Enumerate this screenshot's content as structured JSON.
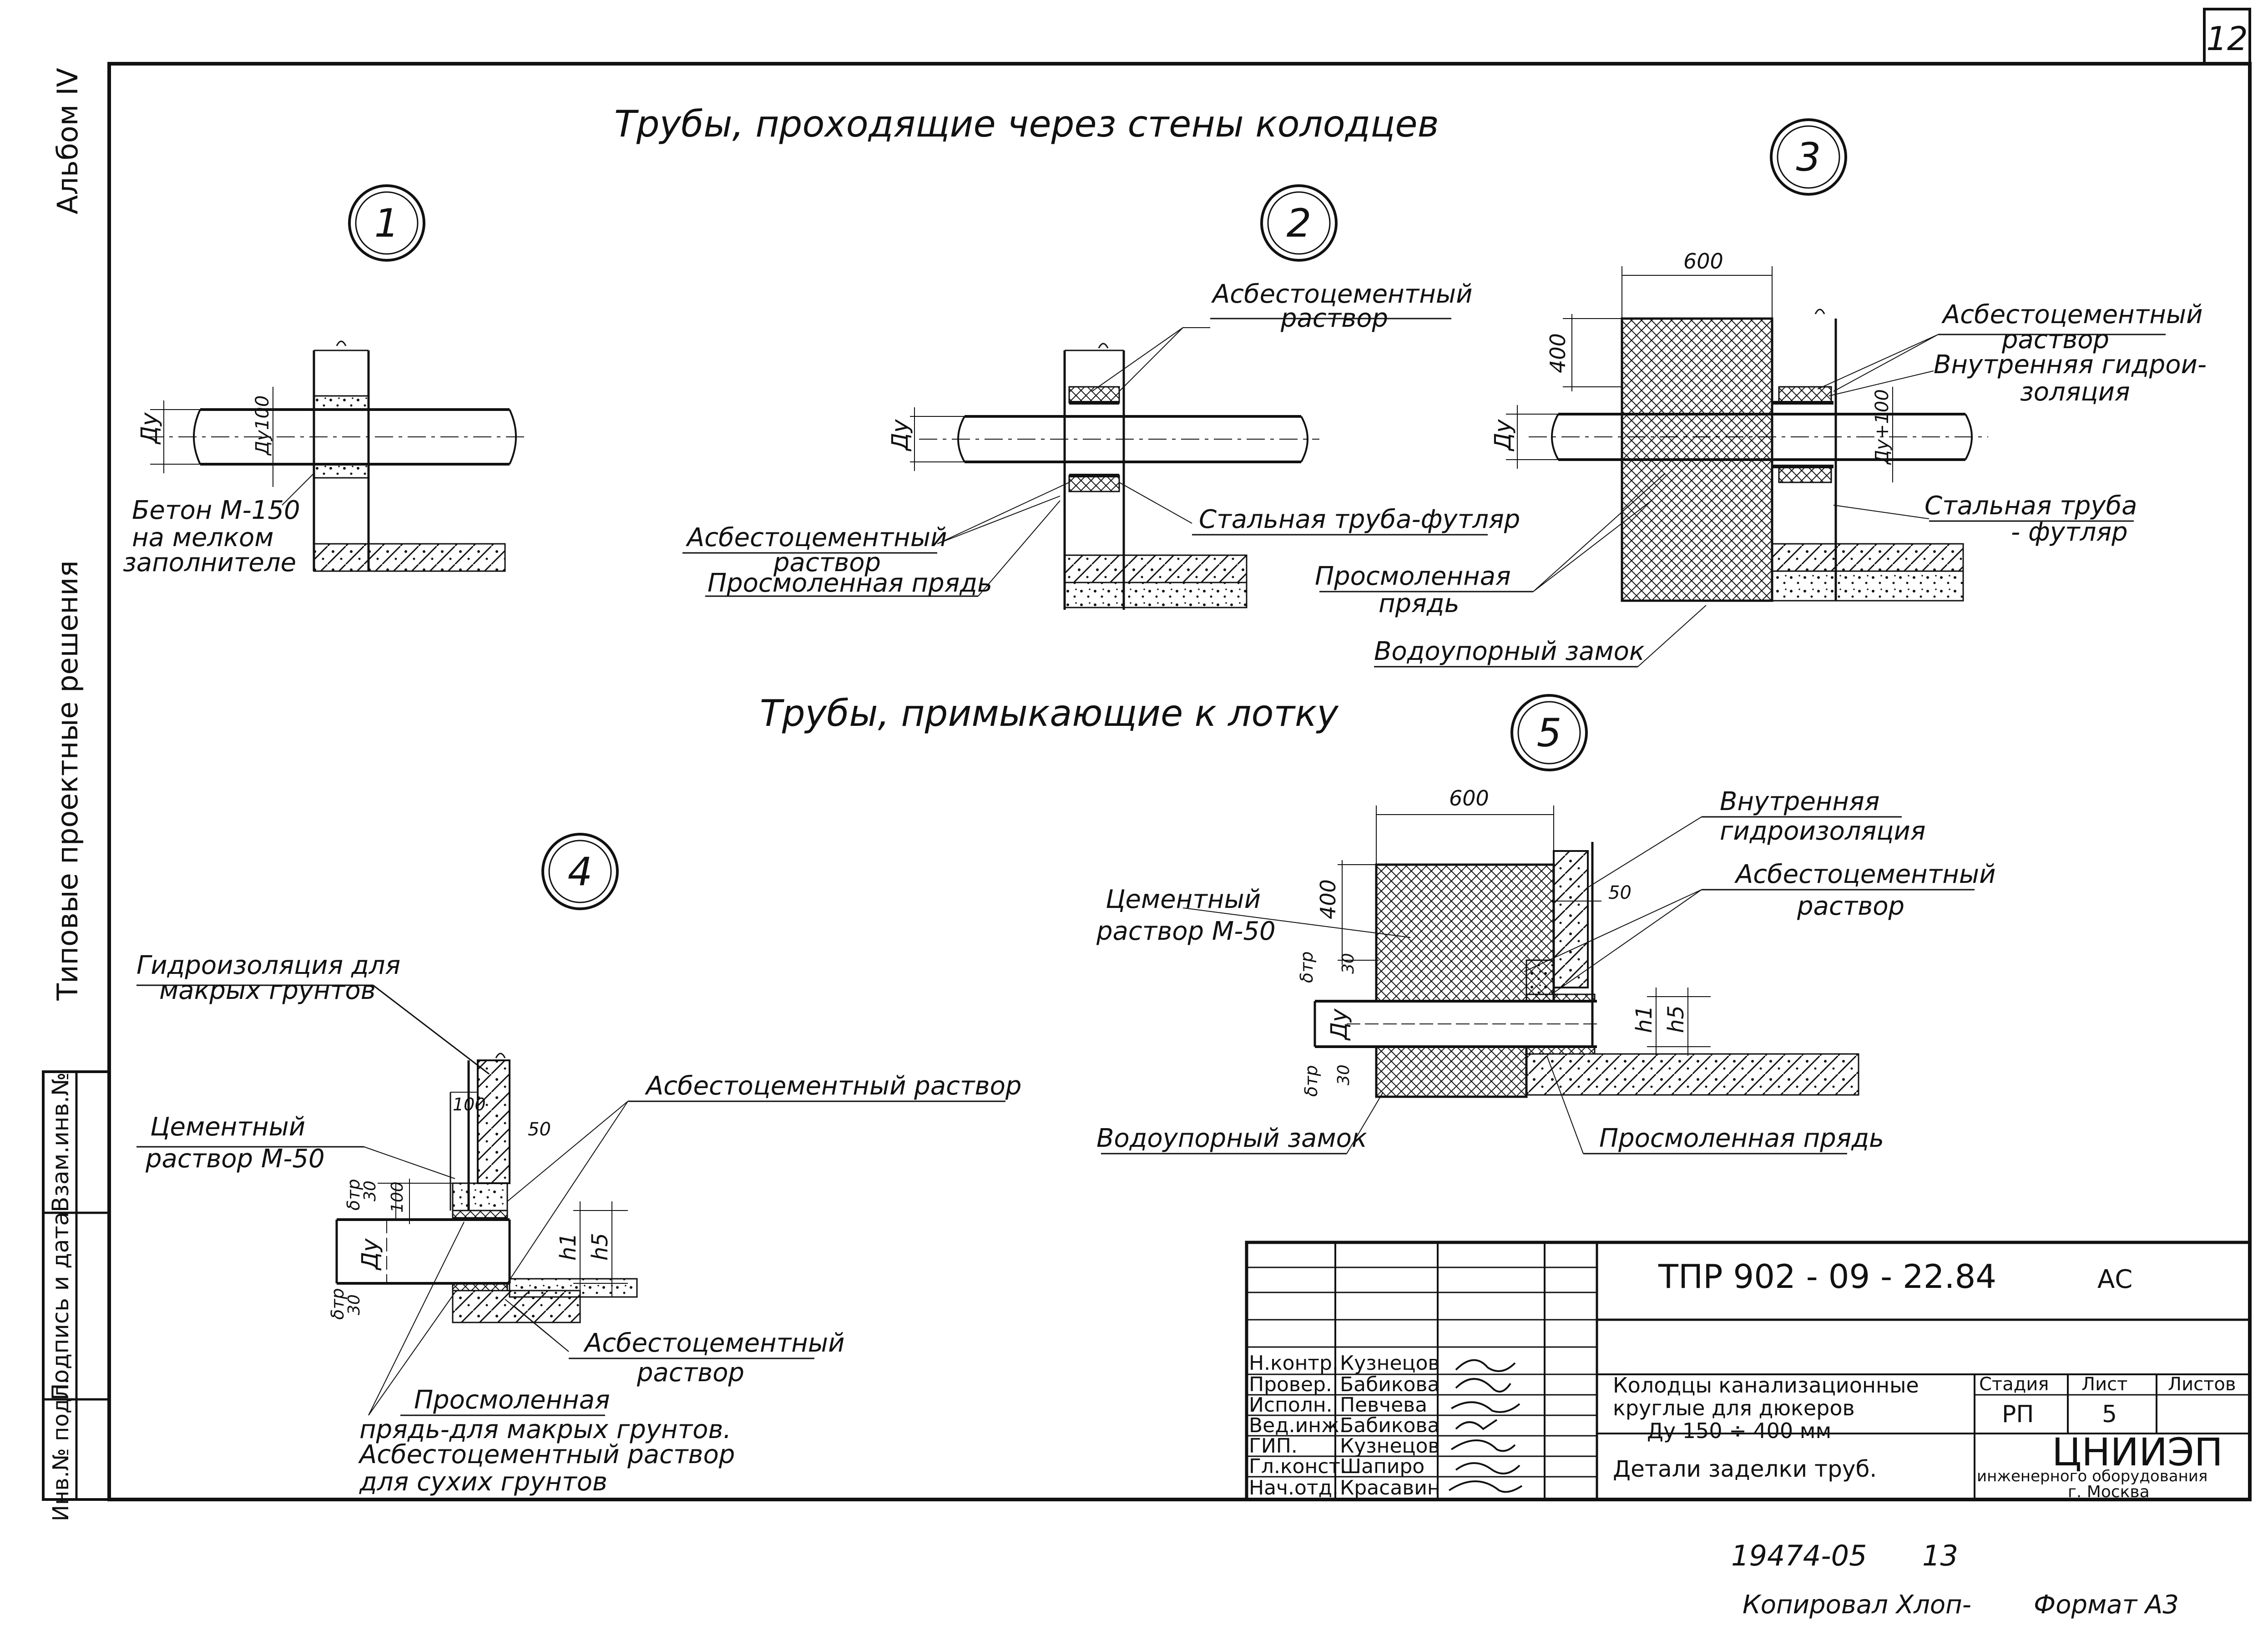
{
  "sheet_number": "12",
  "side": {
    "album": "Альбом IV",
    "series": "Типовые проектные решения",
    "inv_swap": "Взам.инв.№",
    "sign_date": "Подпись и дата",
    "inv_orig": "Инв.№ подл."
  },
  "headings": {
    "walls": "Трубы, проходящие через стены колодцев",
    "tray": "Трубы, примыкающие к лотку"
  },
  "markers": [
    "1",
    "2",
    "3",
    "4",
    "5"
  ],
  "detail1": {
    "du": "Ду",
    "du100": "Ду100",
    "concrete": [
      "Бетон М-150",
      "на мелком",
      "заполнителе"
    ]
  },
  "detail2": {
    "du": "Ду",
    "asb_top": [
      "Асбестоцементный",
      "раствор"
    ],
    "asb_bottom": [
      "Асбестоцементный",
      "раствор"
    ],
    "tarred": "Просмоленная прядь",
    "steel": "Стальная труба-футляр"
  },
  "detail3": {
    "dim_600": "600",
    "dim_400": "400",
    "du": "Ду",
    "du100": "Ду+100",
    "asb": [
      "Асбестоцементный",
      "раствор"
    ],
    "inner": [
      "Внутренняя гидрои-",
      "золяция"
    ],
    "steel": [
      "Стальная труба",
      "- футляр"
    ],
    "tarred": [
      "Просмоленная",
      "прядь"
    ],
    "lock": "Водоупорный замок"
  },
  "detail4": {
    "hydro": [
      "Гидроизоляция для",
      "макрых грунтов"
    ],
    "cement": [
      "Цементный",
      "раствор М-50"
    ],
    "asb_top": "Асбестоцементный раствор",
    "asb_bottom": [
      "Асбестоцементный",
      "раствор"
    ],
    "note": [
      "Просмоленная",
      "прядь-для макрых грунтов.",
      "Асбестоцементный раствор",
      "для сухих грунтов"
    ],
    "dims": {
      "d100": "100",
      "d50": "50",
      "d30a": "30",
      "d30b": "30",
      "btr_a": "δтр",
      "btr_b": "δтр",
      "d100b": "100",
      "du": "Ду",
      "h1": "h1",
      "h5": "h5"
    }
  },
  "detail5": {
    "dim_600": "600",
    "dim_400": "400",
    "d50": "50",
    "d30a": "30",
    "d30b": "30",
    "btr_a": "δтр",
    "btr_b": "δтр",
    "du": "Ду",
    "h1": "h1",
    "h5": "h5",
    "inner": [
      "Внутренняя",
      "гидроизоляция"
    ],
    "asb": [
      "Асбестоцементный",
      "раствор"
    ],
    "cement": [
      "Цементный",
      "раствор М-50"
    ],
    "lock": "Водоупорный замок",
    "tarred": "Просмоленная прядь"
  },
  "title_block": {
    "code": "ТПР 902 - 09 - 22.84",
    "suffix": "АС",
    "roles": [
      "Н.контр.",
      "Провер.",
      "Исполн.",
      "Вед.инж.",
      "ГИП.",
      "Гл.конст.",
      "Нач.отд."
    ],
    "names": [
      "Кузнецов",
      "Бабикова",
      "Певчева",
      "Бабикова",
      "Кузнецов",
      "Шапиро",
      "Красавин"
    ],
    "object": [
      "Колодцы канализационные",
      "круглые для дюкеров",
      "Ду 150 ÷ 400 мм"
    ],
    "sheet_title": "Детали заделки труб.",
    "col_stage": "Стадия",
    "col_sheet": "Лист",
    "col_sheets": "Листов",
    "stage": "РП",
    "sheet": "5",
    "org": "ЦНИИЭП",
    "org_sub": "инженерного оборудования",
    "city": "г. Москва"
  },
  "footer": {
    "doc_no": "19474-05",
    "doc_page": "13",
    "copied": "Копировал Хлоп-",
    "format": "Формат А3"
  },
  "colors": {
    "ink": "#111111",
    "paper": "#ffffff"
  }
}
